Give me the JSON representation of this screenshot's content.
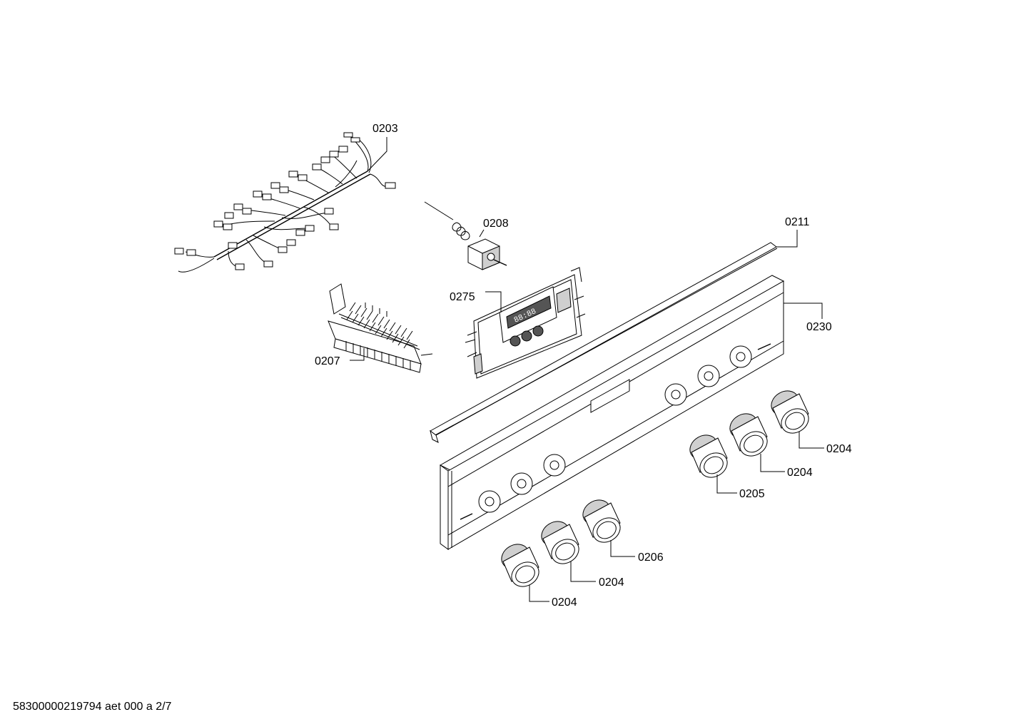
{
  "labels": {
    "harness": "0203",
    "thermostat": "0208",
    "trim_strip": "0211",
    "control_module": "0275",
    "control_panel": "0230",
    "terminal_block": "0207",
    "knob_right_top": "0204",
    "knob_right_mid": "0204",
    "knob_right_low": "0205",
    "knob_left_top": "0206",
    "knob_left_mid": "0204",
    "knob_left_low": "0204"
  },
  "footer": {
    "document_id": "58300000219794 aet 000 a 2/7"
  }
}
